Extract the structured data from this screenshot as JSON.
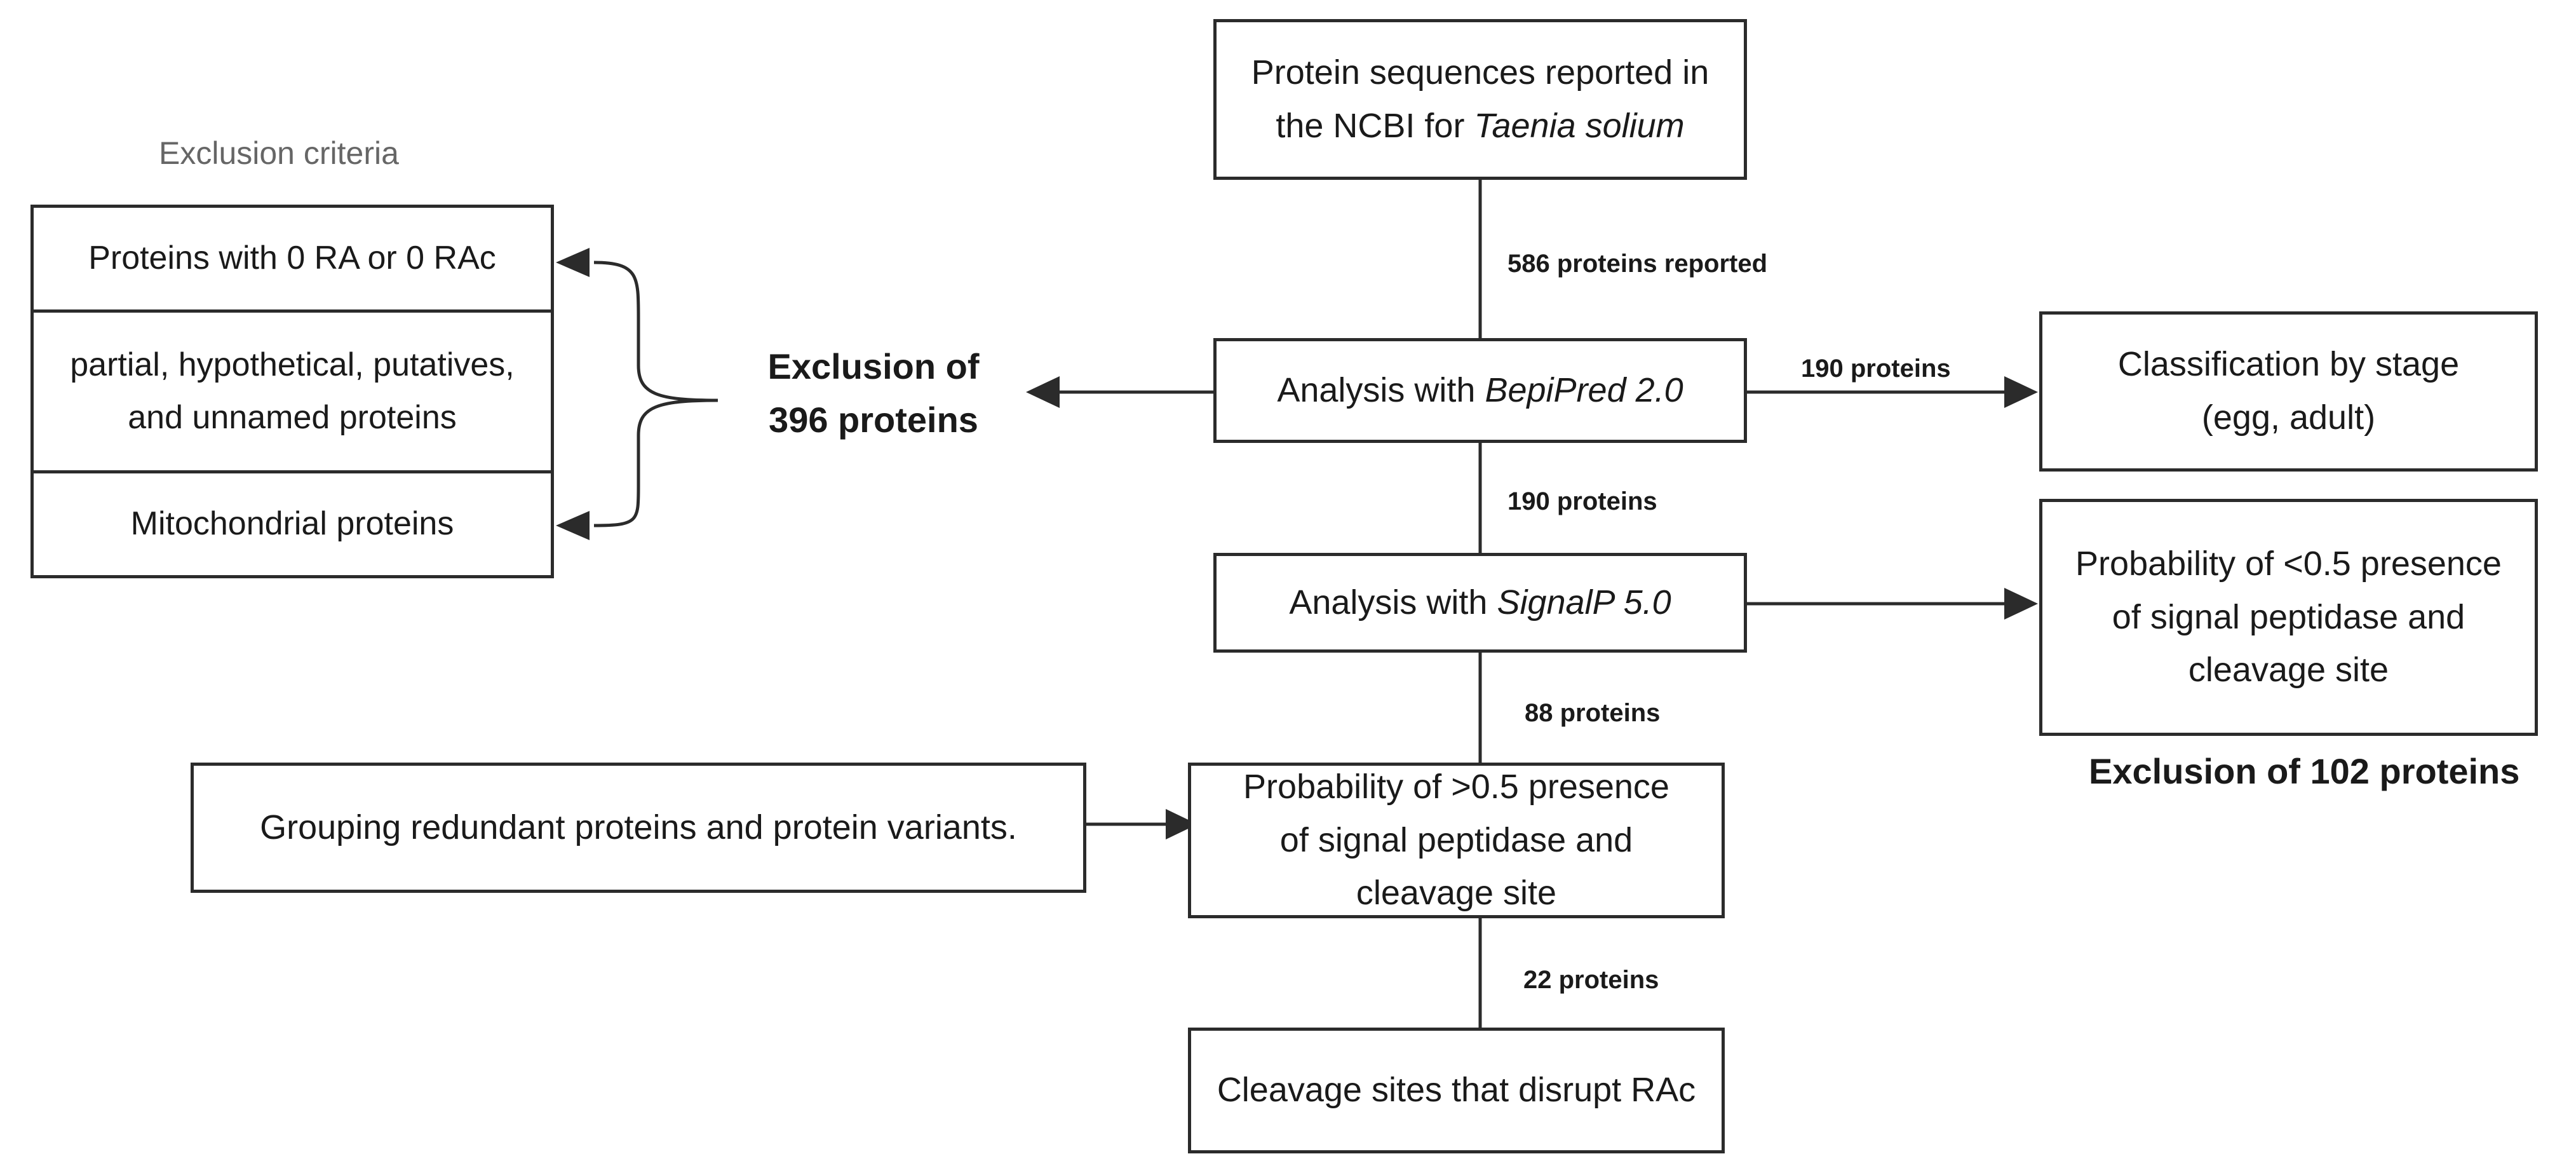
{
  "diagram": {
    "exclusion_criteria": {
      "title": "Exclusion criteria",
      "items": [
        "Proteins with 0 RA or 0 RAc",
        "partial, hypothetical, putatives, and unnamed proteins",
        "Mitochondrial proteins"
      ]
    },
    "nodes": {
      "ncbi": {
        "prefix": "Protein sequences reported  in the NCBI for ",
        "italic": "Taenia solium"
      },
      "bepipred": {
        "prefix": "Analysis with ",
        "italic": "BepiPred 2.0"
      },
      "signalp": {
        "prefix": "Analysis with ",
        "italic": "SignalP 5.0"
      },
      "prob_high": "Probability of >0.5 presence of signal peptidase and cleavage site",
      "cleavage": "Cleavage sites that disrupt RAc",
      "grouping": "Grouping redundant proteins and protein variants.",
      "classification": "Classification by stage (egg, adult)",
      "prob_low": "Probability of <0.5 presence of signal peptidase and cleavage site"
    },
    "edge_labels": {
      "reported": "586  proteins reported",
      "to_classification": "190  proteins",
      "to_signalp": "190  proteins",
      "to_prob": "88  proteins",
      "to_cleavage": "22 proteins"
    },
    "exclusion_396": "Exclusion of 396 proteins",
    "exclusion_102": "Exclusion of 102 proteins"
  }
}
